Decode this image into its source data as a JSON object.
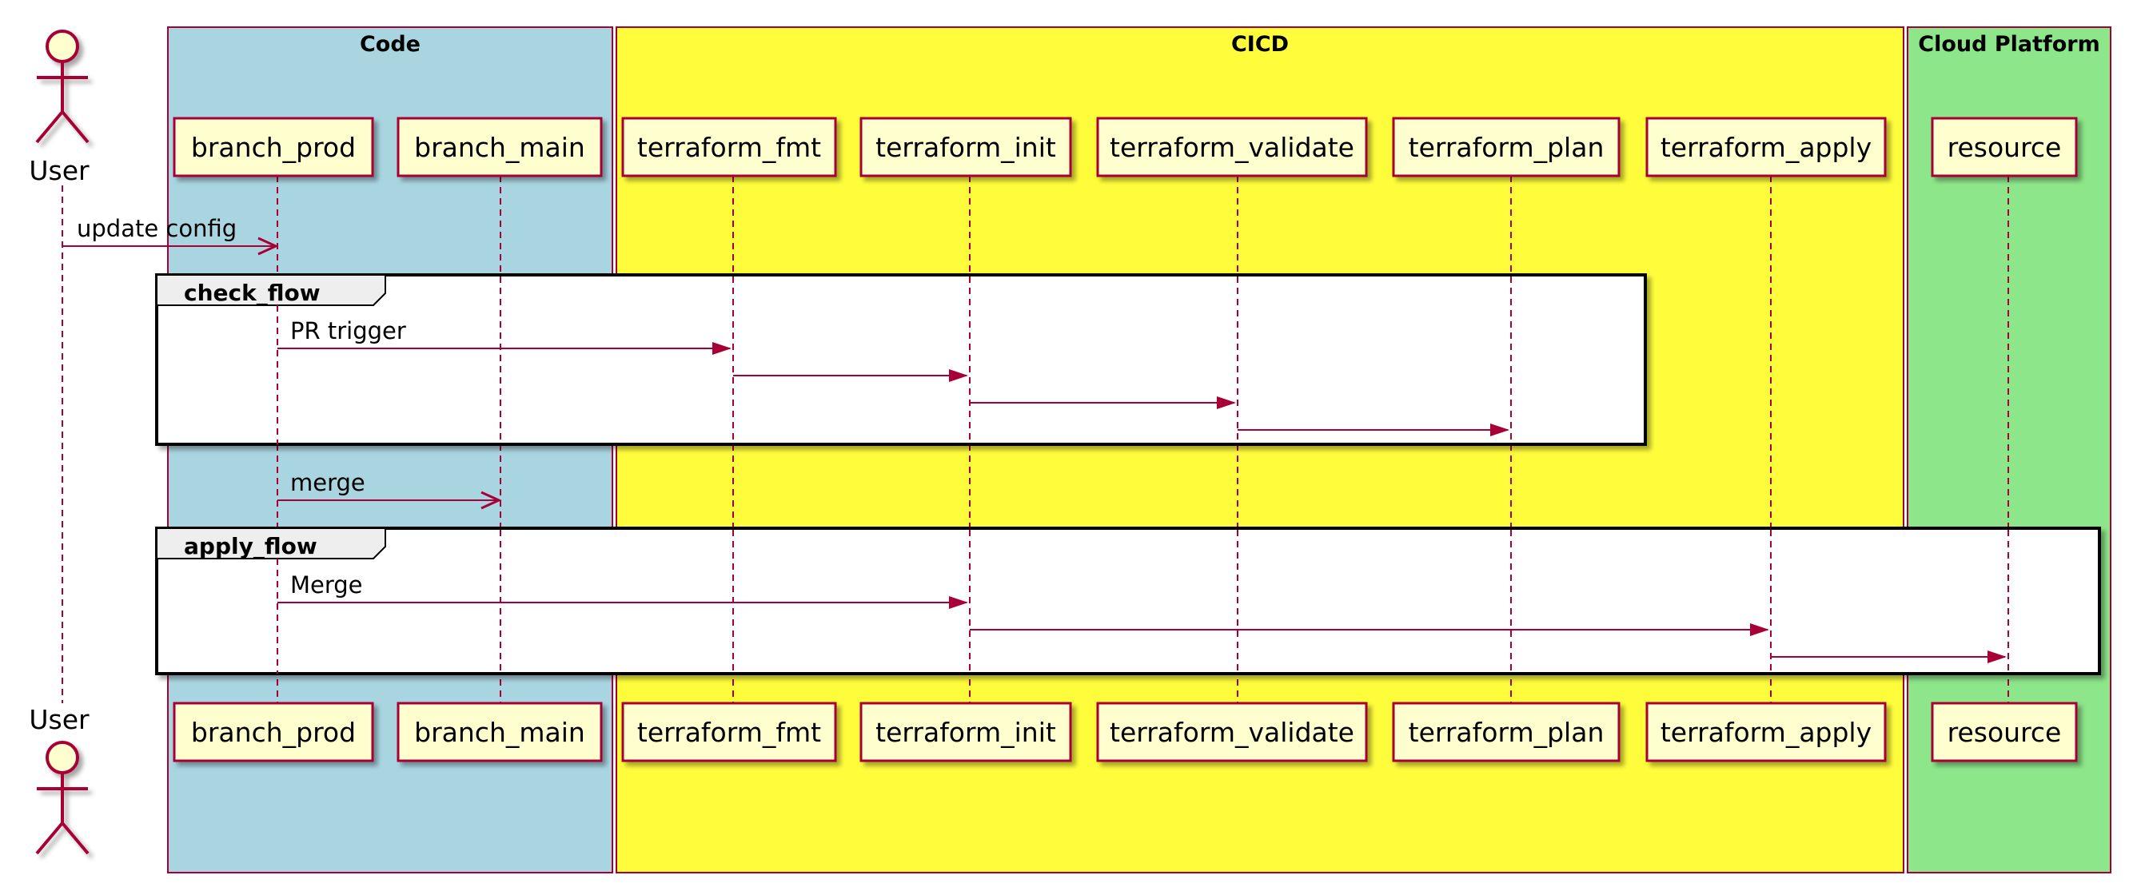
{
  "diagram": {
    "type": "sequence",
    "boxes": [
      {
        "id": "code",
        "title": "Code",
        "color": "#A9D5E1"
      },
      {
        "id": "cicd",
        "title": "CICD",
        "color": "#FFFD3B"
      },
      {
        "id": "cloud",
        "title": "Cloud Platform",
        "color": "#8DE68A"
      }
    ],
    "actor": {
      "id": "user",
      "label": "User"
    },
    "participants": [
      {
        "id": "branch_prod",
        "label": "branch_prod",
        "box": "code"
      },
      {
        "id": "branch_main",
        "label": "branch_main",
        "box": "code"
      },
      {
        "id": "terraform_fmt",
        "label": "terraform_fmt",
        "box": "cicd"
      },
      {
        "id": "terraform_init",
        "label": "terraform_init",
        "box": "cicd"
      },
      {
        "id": "terraform_validate",
        "label": "terraform_validate",
        "box": "cicd"
      },
      {
        "id": "terraform_plan",
        "label": "terraform_plan",
        "box": "cicd"
      },
      {
        "id": "terraform_apply",
        "label": "terraform_apply",
        "box": "cicd"
      },
      {
        "id": "resource",
        "label": "resource",
        "box": "cloud"
      }
    ],
    "messages": [
      {
        "from": "user",
        "to": "branch_prod",
        "label": "update config",
        "style": "open"
      },
      {
        "from": "branch_prod",
        "to": "terraform_fmt",
        "label": "PR trigger",
        "style": "filled",
        "group": "check_flow"
      },
      {
        "from": "terraform_fmt",
        "to": "terraform_init",
        "label": "",
        "style": "filled",
        "group": "check_flow"
      },
      {
        "from": "terraform_init",
        "to": "terraform_validate",
        "label": "",
        "style": "filled",
        "group": "check_flow"
      },
      {
        "from": "terraform_validate",
        "to": "terraform_plan",
        "label": "",
        "style": "filled",
        "group": "check_flow"
      },
      {
        "from": "branch_prod",
        "to": "branch_main",
        "label": "merge",
        "style": "open"
      },
      {
        "from": "branch_prod",
        "to": "terraform_init",
        "label": "Merge",
        "style": "filled",
        "group": "apply_flow"
      },
      {
        "from": "terraform_init",
        "to": "terraform_apply",
        "label": "",
        "style": "filled",
        "group": "apply_flow"
      },
      {
        "from": "terraform_apply",
        "to": "resource",
        "label": "",
        "style": "filled",
        "group": "apply_flow"
      }
    ],
    "groups": [
      {
        "id": "check_flow",
        "label": "check_flow"
      },
      {
        "id": "apply_flow",
        "label": "apply_flow"
      }
    ],
    "colors": {
      "participant_fill": "#FEFECE",
      "line": "#A80036",
      "group_tab": "#EEEEEE"
    }
  }
}
